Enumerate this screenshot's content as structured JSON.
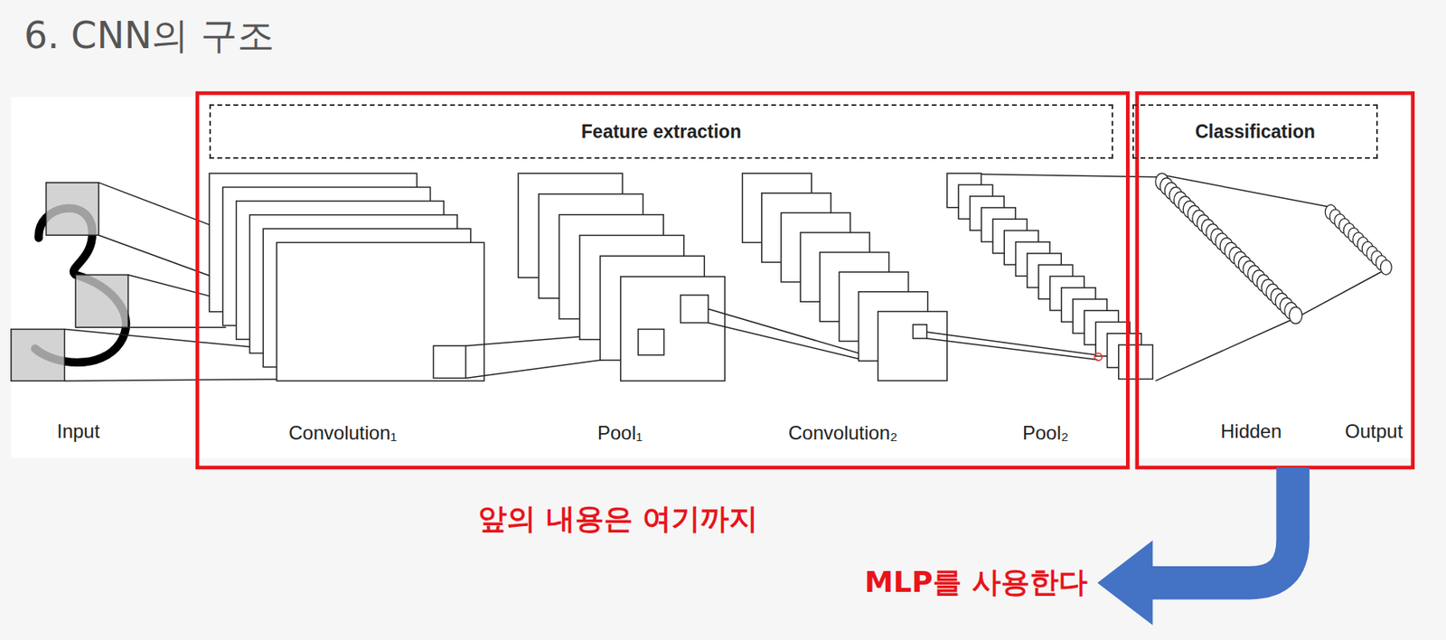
{
  "diagram": {
    "title": "6. CNN의 구조",
    "nodes": [
      {
        "text": [
          "Feature extraction"
        ]
      },
      {
        "text": [
          "Classification"
        ]
      }
    ],
    "labels": [
      "Input",
      "Convolution₁",
      "Pool₁",
      "Convolution₂",
      "Pool₂",
      "Hidden",
      "Output",
      "앞의 내용은 여기까지",
      "MLP를 사용한다"
    ]
  }
}
